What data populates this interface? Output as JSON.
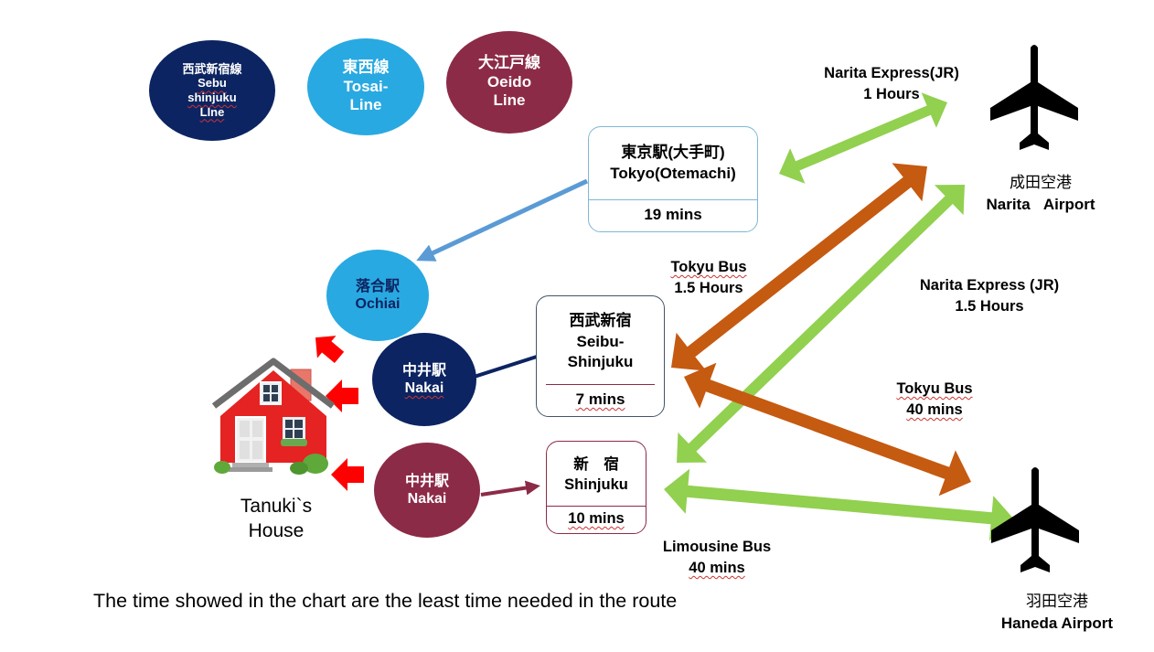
{
  "legend": {
    "seibu_line": {
      "jp": "西武新宿線",
      "en1": "Sebu",
      "en2": "shinjuku",
      "en3": "LIne",
      "color": "#0c2461"
    },
    "tozai_line": {
      "jp": "東西線",
      "en1": "Tosai-",
      "en2": "Line",
      "color": "#29a9e1"
    },
    "oedo_line": {
      "jp": "大江戸線",
      "en1": "Oeido",
      "en2": "Line",
      "color": "#8c2b47"
    }
  },
  "stations": {
    "tokyo": {
      "jp": "東京駅(大手町)",
      "en": "Tokyo(Otemachi)",
      "time": "19 mins"
    },
    "seibu_shinjuku": {
      "jp": "西武新宿",
      "en1": "Seibu-",
      "en2": "Shinjuku",
      "time": "7 mins"
    },
    "shinjuku": {
      "jp": "新　宿",
      "en": "Shinjuku",
      "time": "10 mins"
    },
    "ochiai": {
      "jp": "落合駅",
      "en": "Ochiai"
    },
    "nakai_seibu": {
      "jp": "中井駅",
      "en": "Nakai"
    },
    "nakai_oedo": {
      "jp": "中井駅",
      "en": "Nakai"
    }
  },
  "house": {
    "line1": "Tanuki`s",
    "line2": "House"
  },
  "airports": {
    "narita": {
      "jp": "成田空港",
      "en": "Narita   Airport",
      "icon": "airplane-icon"
    },
    "haneda": {
      "jp": "羽田空港",
      "en": "Haneda Airport",
      "icon": "airplane-icon"
    }
  },
  "routes": {
    "nex_tokyo": {
      "line1": "Narita Express(JR)",
      "line2": "1 Hours",
      "color": "#92d050"
    },
    "tokyu_narita": {
      "line1": "Tokyu Bus",
      "line2": "1.5 Hours",
      "color": "#c55a11"
    },
    "nex_shinjuku": {
      "line1": "Narita Express (JR)",
      "line2": "1.5 Hours",
      "color": "#92d050"
    },
    "tokyu_haneda": {
      "line1": "Tokyu Bus",
      "line2": "40 mins",
      "color": "#c55a11"
    },
    "limousine_haneda": {
      "line1": "Limousine Bus",
      "line2": "40 mins",
      "color": "#92d050"
    }
  },
  "footnote": "The time showed in the chart are the least time needed in the route",
  "colors": {
    "house_arrow": "#ff0000",
    "tozai_arrow": "#5b9bd5"
  }
}
